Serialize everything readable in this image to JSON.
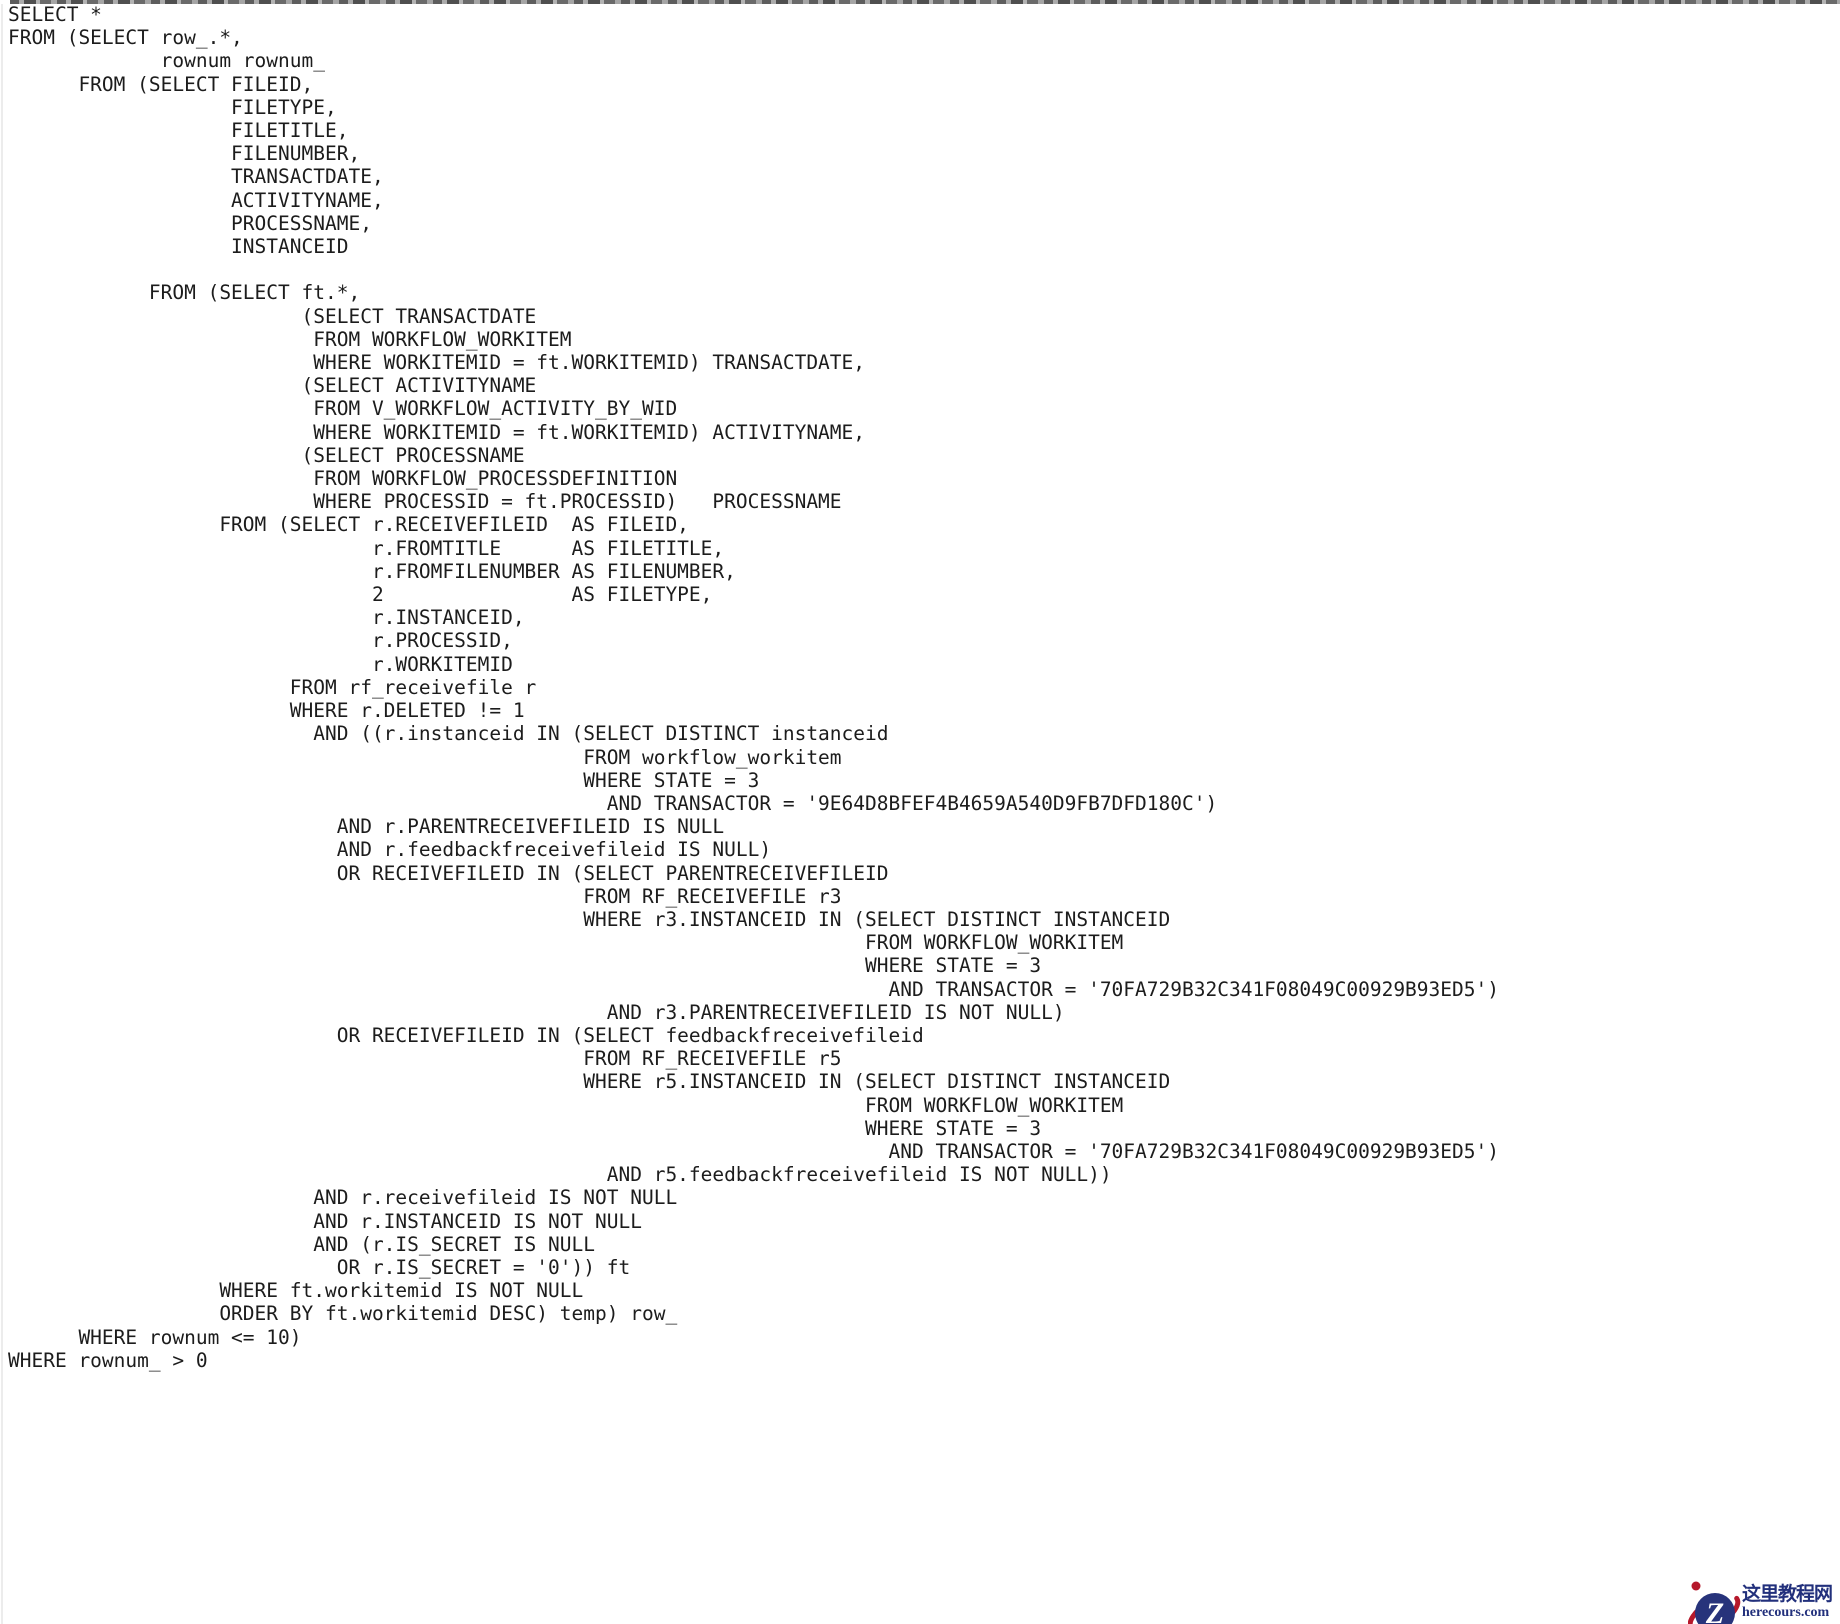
{
  "page": {
    "background": "#ffffff",
    "text_color": "#1c1c1c"
  },
  "sql_editor": {
    "code": "SELECT *\nFROM (SELECT row_.*,\n             rownum rownum_\n      FROM (SELECT FILEID,\n                   FILETYPE,\n                   FILETITLE,\n                   FILENUMBER,\n                   TRANSACTDATE,\n                   ACTIVITYNAME,\n                   PROCESSNAME,\n                   INSTANCEID\n\n            FROM (SELECT ft.*,\n                         (SELECT TRANSACTDATE\n                          FROM WORKFLOW_WORKITEM\n                          WHERE WORKITEMID = ft.WORKITEMID) TRANSACTDATE,\n                         (SELECT ACTIVITYNAME\n                          FROM V_WORKFLOW_ACTIVITY_BY_WID\n                          WHERE WORKITEMID = ft.WORKITEMID) ACTIVITYNAME,\n                         (SELECT PROCESSNAME\n                          FROM WORKFLOW_PROCESSDEFINITION\n                          WHERE PROCESSID = ft.PROCESSID)   PROCESSNAME\n                  FROM (SELECT r.RECEIVEFILEID  AS FILEID,\n                               r.FROMTITLE      AS FILETITLE,\n                               r.FROMFILENUMBER AS FILENUMBER,\n                               2                AS FILETYPE,\n                               r.INSTANCEID,\n                               r.PROCESSID,\n                               r.WORKITEMID\n                        FROM rf_receivefile r\n                        WHERE r.DELETED != 1\n                          AND ((r.instanceid IN (SELECT DISTINCT instanceid\n                                                 FROM workflow_workitem\n                                                 WHERE STATE = 3\n                                                   AND TRANSACTOR = '9E64D8BFEF4B4659A540D9FB7DFD180C')\n                            AND r.PARENTRECEIVEFILEID IS NULL\n                            AND r.feedbackfreceivefileid IS NULL)\n                            OR RECEIVEFILEID IN (SELECT PARENTRECEIVEFILEID\n                                                 FROM RF_RECEIVEFILE r3\n                                                 WHERE r3.INSTANCEID IN (SELECT DISTINCT INSTANCEID\n                                                                         FROM WORKFLOW_WORKITEM\n                                                                         WHERE STATE = 3\n                                                                           AND TRANSACTOR = '70FA729B32C341F08049C00929B93ED5')\n                                                   AND r3.PARENTRECEIVEFILEID IS NOT NULL)\n                            OR RECEIVEFILEID IN (SELECT feedbackfreceivefileid\n                                                 FROM RF_RECEIVEFILE r5\n                                                 WHERE r5.INSTANCEID IN (SELECT DISTINCT INSTANCEID\n                                                                         FROM WORKFLOW_WORKITEM\n                                                                         WHERE STATE = 3\n                                                                           AND TRANSACTOR = '70FA729B32C341F08049C00929B93ED5')\n                                                   AND r5.feedbackfreceivefileid IS NOT NULL))\n                          AND r.receivefileid IS NOT NULL\n                          AND r.INSTANCEID IS NOT NULL\n                          AND (r.IS_SECRET IS NULL\n                            OR r.IS_SECRET = '0')) ft\n                  WHERE ft.workitemid IS NOT NULL\n                  ORDER BY ft.workitemid DESC) temp) row_\n      WHERE rownum <= 10)\nWHERE rownum_ > 0"
  },
  "watermark": {
    "site_name": "这里教程网",
    "site_url": "herecours.com",
    "logo_letter": "Z",
    "brand_navy": "#27337b",
    "brand_red": "#b5182b"
  }
}
